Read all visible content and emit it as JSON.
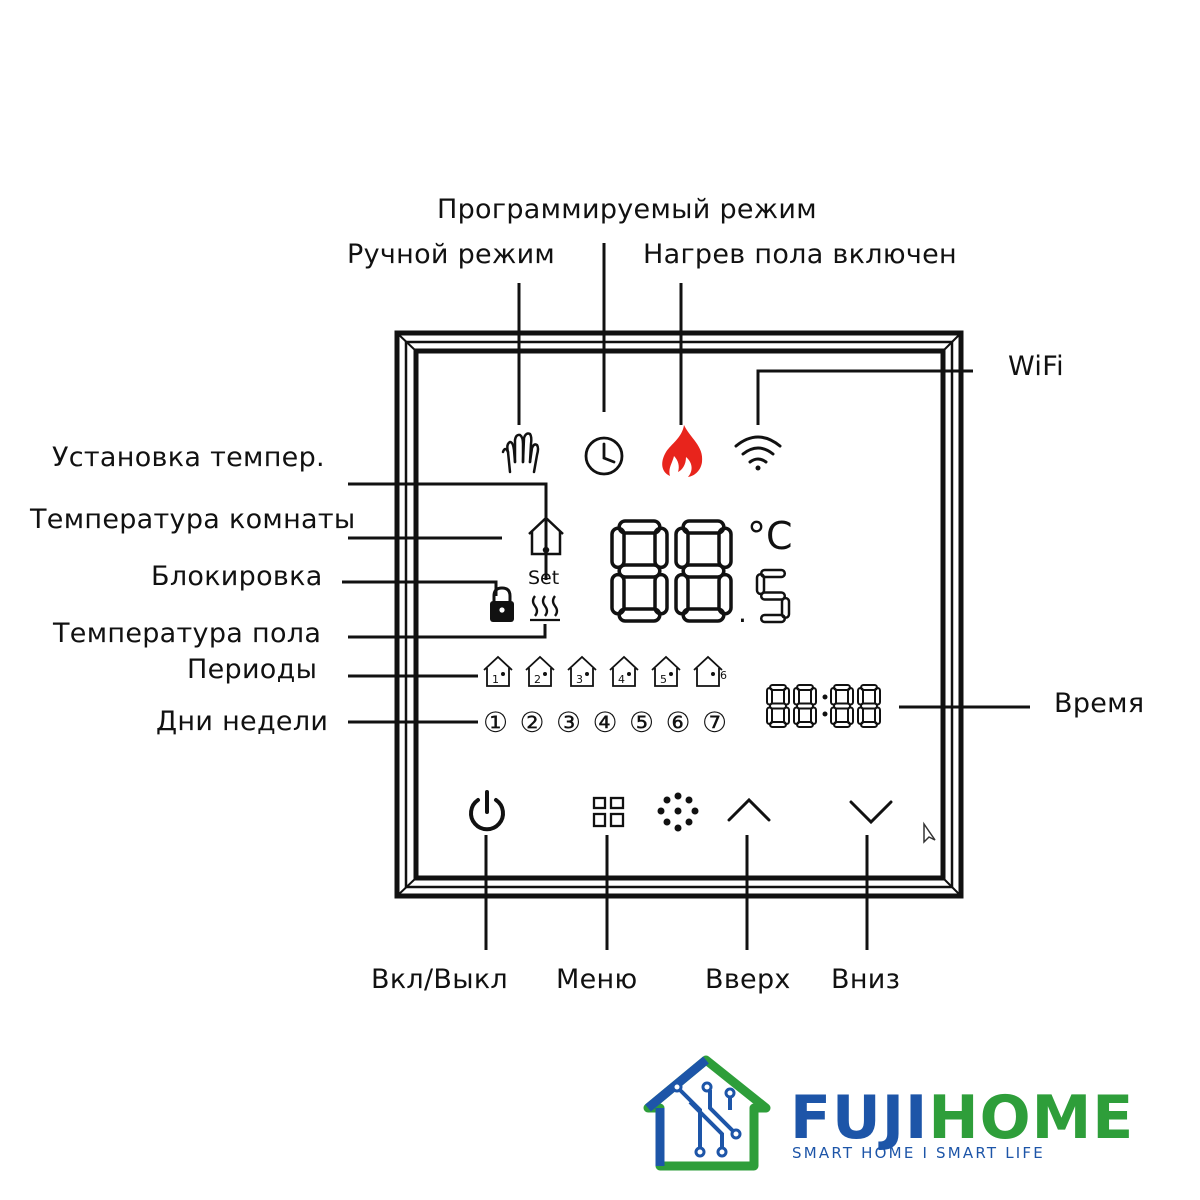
{
  "labels": {
    "programmable_mode": "Программируемый режим",
    "manual_mode": "Ручной режим",
    "floor_heating_on": "Нагрев пола включен",
    "wifi": "WiFi",
    "set_temp": "Установка темпер.",
    "room_temp": "Температура комнаты",
    "lock": "Блокировка",
    "floor_temp": "Температура пола",
    "periods": "Периоды",
    "weekdays": "Дни недели",
    "time": "Время",
    "power": "Вкл/Выкл",
    "menu": "Меню",
    "up": "Вверх",
    "down": "Вниз"
  },
  "display": {
    "temperature": "88",
    "decimal": "5",
    "unit": "°C",
    "set_text": "Set",
    "clock": "88:88",
    "periods": [
      "1",
      "2",
      "3",
      "4",
      "5",
      "6"
    ],
    "days": [
      "①",
      "②",
      "③",
      "④",
      "⑤",
      "⑥",
      "⑦"
    ]
  },
  "logo": {
    "brand_part1": "FUJI",
    "brand_part2": "HOME",
    "slogan": "SMART HOME I SMART LIFE"
  },
  "colors": {
    "flame": "#e8241c",
    "brand_blue": "#1d55a8",
    "brand_green": "#2e9e3a"
  }
}
